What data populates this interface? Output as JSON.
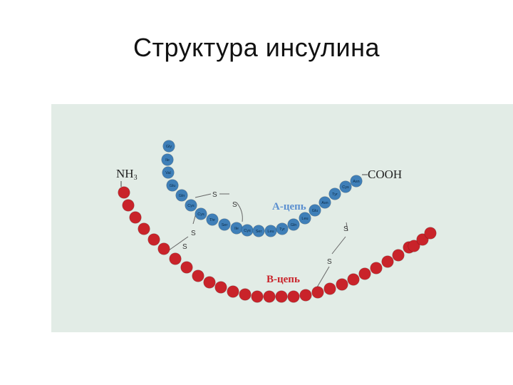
{
  "slide": {
    "title": "Структура инсулина"
  },
  "diagram": {
    "nh3_label": "NH",
    "nh3_sub": "3",
    "cooh_label": "COOH",
    "chain_a_label": "А-цепь",
    "chain_b_label": "В-цепь",
    "disulfide_atom": "S",
    "chain_a_residues": [
      "Gly",
      "Ile",
      "Val",
      "Glu",
      "Gln",
      "Cys",
      "Cys",
      "Thr",
      "Ser",
      "Ile",
      "Cys",
      "Ser",
      "Leu",
      "Tyr",
      "Gln",
      "Leu",
      "Glu",
      "Asn",
      "Tyr",
      "Cys",
      "Asn"
    ],
    "chain_b_count": 30,
    "colors": {
      "chain_a": "#3f7fb8",
      "chain_b": "#c9232a",
      "background": "#e2ece6",
      "label": "#c9232a"
    }
  }
}
